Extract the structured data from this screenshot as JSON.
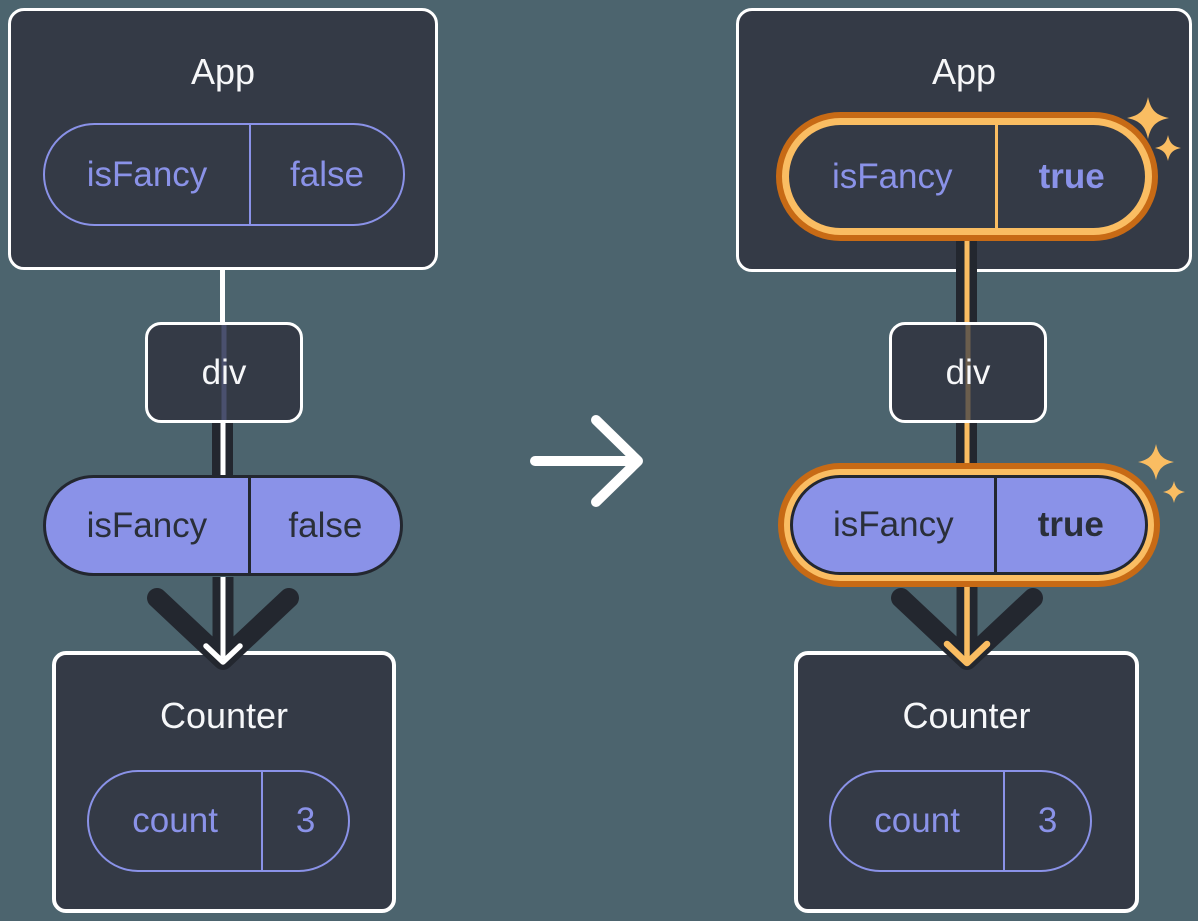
{
  "colors": {
    "background": "#4C646E",
    "card_bg": "#343A46",
    "card_border": "#FFFFFF",
    "purple": "#8A92E8",
    "dark_ink": "#23272F",
    "highlight_orange_dark": "#C76A15",
    "highlight_orange_light": "#FABD62",
    "white": "#FFFFFF"
  },
  "icons": {
    "transition": "arrow-right",
    "flow": "arrow-down",
    "highlight": "sparkles"
  },
  "before": {
    "app": {
      "title": "App",
      "state": {
        "name": "isFancy",
        "value": "false"
      }
    },
    "child": {
      "label": "div"
    },
    "prop": {
      "name": "isFancy",
      "value": "false"
    },
    "counter": {
      "title": "Counter",
      "state": {
        "name": "count",
        "value": "3"
      }
    }
  },
  "after": {
    "app": {
      "title": "App",
      "state": {
        "name": "isFancy",
        "value": "true"
      }
    },
    "child": {
      "label": "div"
    },
    "prop": {
      "name": "isFancy",
      "value": "true"
    },
    "counter": {
      "title": "Counter",
      "state": {
        "name": "count",
        "value": "3"
      }
    }
  }
}
